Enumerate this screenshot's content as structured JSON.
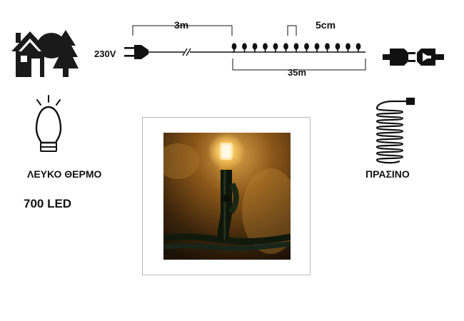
{
  "specs": {
    "voltage": "230V",
    "lead_length": "3m",
    "led_spacing": "5cm",
    "total_length": "35m",
    "light_color": "ΛΕΥΚΟ ΘΕΡΜΟ",
    "led_count": "700 LED",
    "cable_color": "ΠΡΑΣΙΝΟ"
  },
  "icons": {
    "usage": "indoor-outdoor-house-tree-icon",
    "bulb": "led-bulb-icon",
    "connector": "plug-connector-icon",
    "cable": "coiled-cable-icon"
  },
  "colors": {
    "ink": "#111111",
    "led_glow": "#f2c05a",
    "cable_green": "#1c2a17",
    "photo_bg": "#2a1a08"
  }
}
